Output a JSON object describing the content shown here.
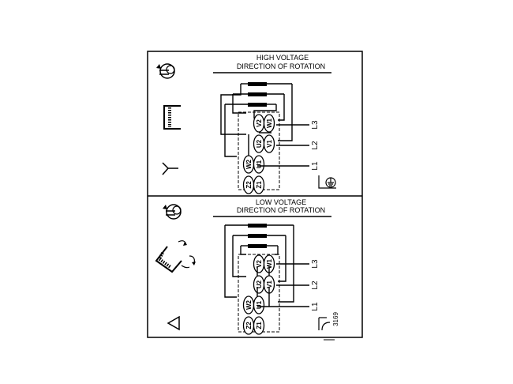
{
  "high_voltage": {
    "title": "HIGH VOLTAGE",
    "subtitle": "DIRECTION OF ROTATION",
    "terminals": [
      {
        "label": "V2",
        "row": 0,
        "col": 1
      },
      {
        "label": "W1",
        "row": 0,
        "col": 2
      },
      {
        "label": "U2",
        "row": 1,
        "col": 1
      },
      {
        "label": "V1",
        "row": 1,
        "col": 2
      },
      {
        "label": "W2",
        "row": 2,
        "col": 0
      },
      {
        "label": "U1",
        "row": 2,
        "col": 1
      },
      {
        "label": "Z2",
        "row": 3,
        "col": 0
      },
      {
        "label": "Z1",
        "row": 3,
        "col": 1
      }
    ],
    "lines": [
      "L3",
      "L2",
      "L1"
    ]
  },
  "low_voltage": {
    "title": "LOW VOLTAGE",
    "subtitle": "DIRECTION OF ROTATION",
    "terminals": [
      {
        "label": "V2",
        "row": 0,
        "col": 1
      },
      {
        "label": "W1",
        "row": 0,
        "col": 2
      },
      {
        "label": "U2",
        "row": 1,
        "col": 1
      },
      {
        "label": "V1",
        "row": 1,
        "col": 2
      },
      {
        "label": "W2",
        "row": 2,
        "col": 0
      },
      {
        "label": "U1",
        "row": 2,
        "col": 1
      },
      {
        "label": "Z2",
        "row": 3,
        "col": 0
      },
      {
        "label": "Z1",
        "row": 3,
        "col": 1
      }
    ],
    "lines": [
      "L3",
      "L2",
      "L1"
    ]
  },
  "drawing_code": "3169",
  "icons": {
    "rotation": "rotation-arrow-icon",
    "star_bracket": "bracket-icon",
    "star": "star-icon",
    "ground": "ground-icon",
    "delta_bracket": "delta-bracket-icon",
    "delta": "delta-icon"
  }
}
